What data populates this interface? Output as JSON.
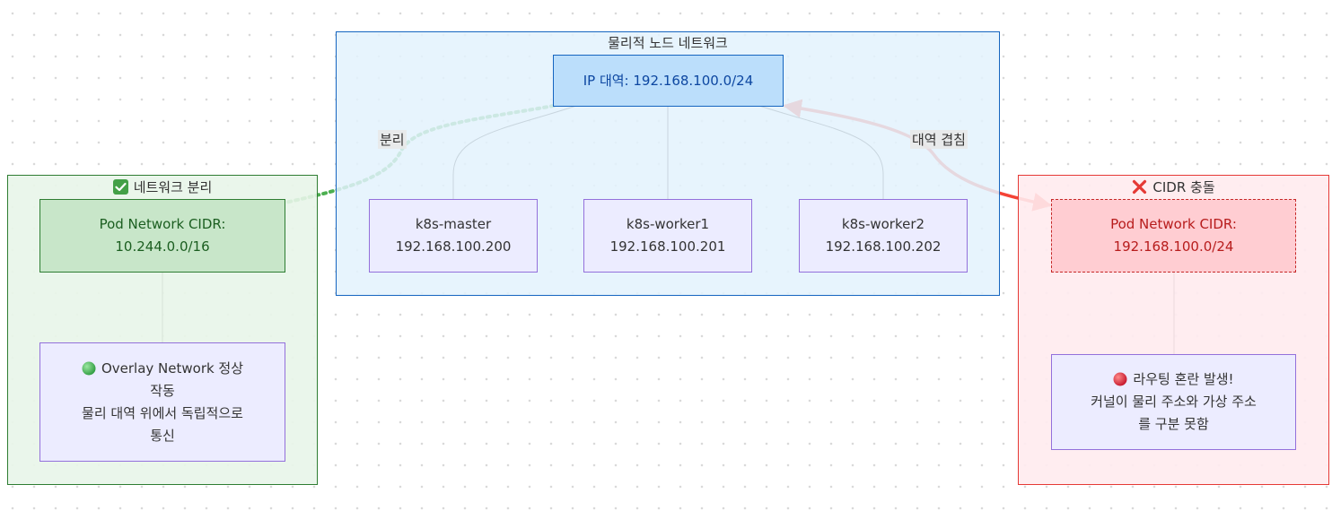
{
  "physical": {
    "title": "물리적 노드 네트워크",
    "ip_node": "IP 대역: 192.168.100.0/24",
    "nodes": [
      {
        "name": "k8s-master",
        "ip": "192.168.100.200"
      },
      {
        "name": "k8s-worker1",
        "ip": "192.168.100.201"
      },
      {
        "name": "k8s-worker2",
        "ip": "192.168.100.202"
      }
    ]
  },
  "separation": {
    "title": "네트워크 분리",
    "icon": "check-mark-icon",
    "pod_cidr": {
      "line1": "Pod Network CIDR:",
      "line2": "10.244.0.0/16"
    },
    "result": {
      "icon": "green-circle-icon",
      "line1": "Overlay Network 정상",
      "line2": "작동",
      "line3": "물리 대역 위에서 독립적으로",
      "line4": "통신"
    }
  },
  "conflict": {
    "title": "CIDR 충돌",
    "icon": "cross-mark-icon",
    "pod_cidr": {
      "line1": "Pod Network CIDR:",
      "line2": "192.168.100.0/24"
    },
    "result": {
      "icon": "red-circle-icon",
      "line1": "라우팅 혼란 발생!",
      "line2": "커널이 물리 주소와 가상 주소",
      "line3": "를 구분 못함"
    }
  },
  "edge_labels": {
    "separation": "분리",
    "overlap": "대역 겹침"
  },
  "colors": {
    "physical_bg": "#e3f2fd",
    "physical_border": "#1565c0",
    "ip_node_bg": "#bbdefb",
    "separation_bg": "#e8f5e9",
    "separation_border": "#2e7d32",
    "pod_ok_bg": "#c8e6c9",
    "conflict_bg": "#ffebee",
    "conflict_border": "#e53935",
    "pod_bad_bg": "#ffcdd2",
    "node_bg": "#ececff",
    "node_border": "#9370db",
    "green_edge": "#4caf50",
    "red_edge": "#f44336"
  }
}
